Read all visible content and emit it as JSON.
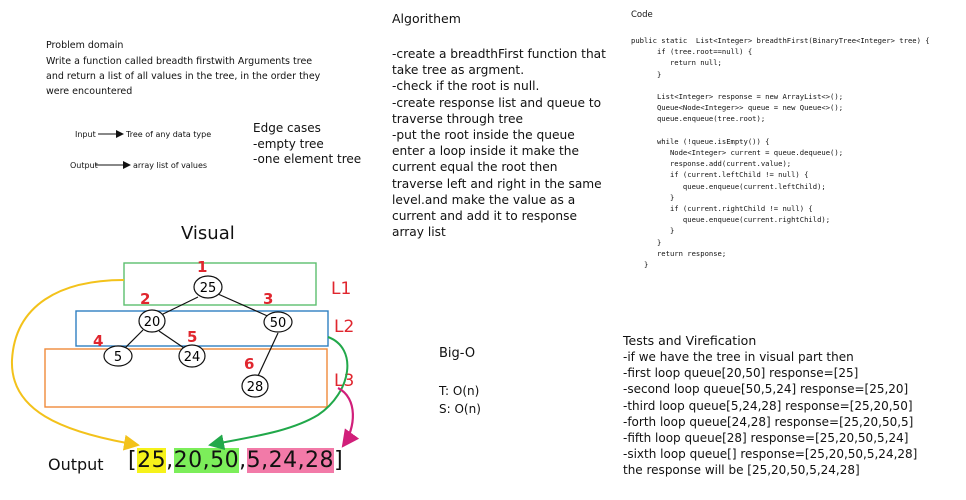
{
  "problem": {
    "title": "Problem domain",
    "description": "Write a function called breadth firstwith Arguments tree and return a list of all values in the tree, in the order they were encountered"
  },
  "io": {
    "input_label": "Input",
    "input_value": "Tree of any data type",
    "output_label": "Output",
    "output_value": "array list of values"
  },
  "edge_cases": {
    "title": "Edge cases",
    "items": [
      "-empty tree",
      "-one element tree"
    ]
  },
  "algorithm": {
    "title": "Algorithem",
    "text": "-create a breadthFirst function that take tree as argment.\n-check if the root is null.\n-create response list and queue to traverse through tree\n-put the root inside the queue enter a loop inside it make the current equal the root then traverse left and right in the same level.and make the value as a current and add it to response array list"
  },
  "code": {
    "title": "Code",
    "text": "public static  List<Integer> breadthFirst(BinaryTree<Integer> tree) {\n      if (tree.root==null) {\n         return null;\n      }\n\n      List<Integer> response = new ArrayList<>();\n      Queue<Node<Integer>> queue = new Queue<>();\n      queue.enqueue(tree.root);\n\n      while (!queue.isEmpty()) {\n         Node<Integer> current = queue.dequeue();\n         response.add(current.value);\n         if (current.leftChild != null) {\n            queue.enqueue(current.leftChild);\n         }\n         if (current.rightChild != null) {\n            queue.enqueue(current.rightChild);\n         }\n      }\n      return response;\n   }"
  },
  "visual": {
    "title": "Visual",
    "nodes": [
      "25",
      "20",
      "50",
      "5",
      "24",
      "28"
    ],
    "order_numbers": [
      "1",
      "2",
      "3",
      "4",
      "5",
      "6"
    ],
    "levels": [
      "L1",
      "L2",
      "L3"
    ]
  },
  "complexity": {
    "title": "Big-O",
    "time": "T: O(n)",
    "space": "S: O(n)"
  },
  "tests": {
    "title": "Tests and Virefication",
    "items": [
      "-if we have the tree in visual part then",
      "-first loop queue[20,50]   response=[25]",
      "-second loop queue[50,5,24] response=[25,20]",
      "-third loop queue[5,24,28] response=[25,20,50]",
      "-forth loop queue[24,28] response=[25,20,50,5]",
      "-fifth loop queue[28] response=[25,20,50,5,24]",
      "-sixth loop queue[] response=[25,20,50,5,24,28]",
      "the response will be [25,20,50,5,24,28]"
    ]
  },
  "output": {
    "label": "Output",
    "open_bracket": "[",
    "l1": "25",
    "l2": "20,50",
    "l3": "5,24,28",
    "close_bracket": "]",
    "sep": ","
  },
  "colors": {
    "level1": "#5cbf6e",
    "level2": "#2f7fc1",
    "level3": "#f08a3a",
    "order_numbers": "#e0262e",
    "arrow_yellow": "#f3c21b",
    "arrow_green": "#21a84a",
    "arrow_pink": "#d11f7a"
  }
}
